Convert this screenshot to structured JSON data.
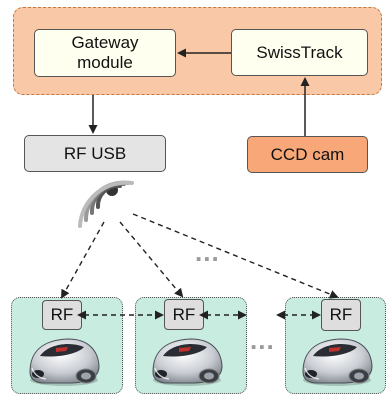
{
  "diagram": {
    "top_group": {
      "gateway_label": "Gateway module",
      "swisstrack_label": "SwissTrack"
    },
    "rf_usb_label": "RF USB",
    "ccd_cam_label": "CCD cam",
    "robots": [
      {
        "rf_label": "RF"
      },
      {
        "rf_label": "RF"
      },
      {
        "rf_label": "RF"
      }
    ],
    "ellipsis_top": "...",
    "ellipsis_bottom": "...",
    "colors": {
      "top_group_fill": "#f9c8a6",
      "top_group_border": "#c07a45",
      "node_fill": "#fffff0",
      "rf_usb_fill": "#e4e4e4",
      "ccd_fill": "#f8a878",
      "robot_group_fill": "#c8ecdf",
      "rf_chip_fill": "#dedede",
      "arrow": "#222222"
    },
    "icons": [
      "wireless-signal-icon",
      "robot-image"
    ]
  }
}
